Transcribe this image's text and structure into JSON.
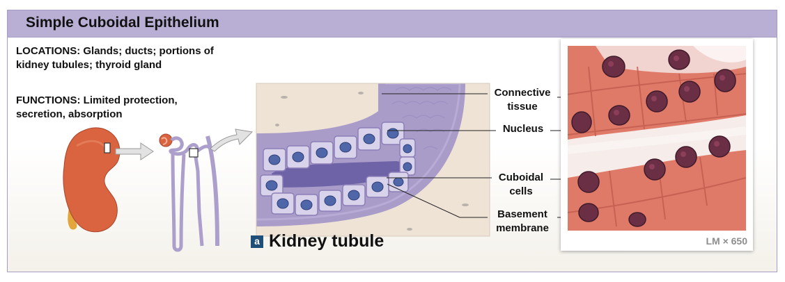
{
  "panel": {
    "title": "Simple Cuboidal Epithelium",
    "locations": "LOCATIONS: Glands; ducts; portions of kidney tubules; thyroid gland",
    "functions": "FUNCTIONS: Limited protection, secretion, absorption"
  },
  "labels": {
    "connective_tissue": [
      "Connective",
      "tissue"
    ],
    "nucleus": "Nucleus",
    "cuboidal_cells": [
      "Cuboidal",
      "cells"
    ],
    "basement_membrane": [
      "Basement",
      "membrane"
    ]
  },
  "caption": {
    "badge": "a",
    "text": "Kidney tubule"
  },
  "micrograph": {
    "magnification": "LM × 650"
  },
  "colors": {
    "header": "#b9aed4",
    "border": "#a59cc4",
    "kidney": "#d9643f",
    "tubule": "#a99cc9",
    "nucleus": "#4f66a8",
    "micrograph_cytoplasm": "#e07a68",
    "badge": "#1f4e79"
  }
}
